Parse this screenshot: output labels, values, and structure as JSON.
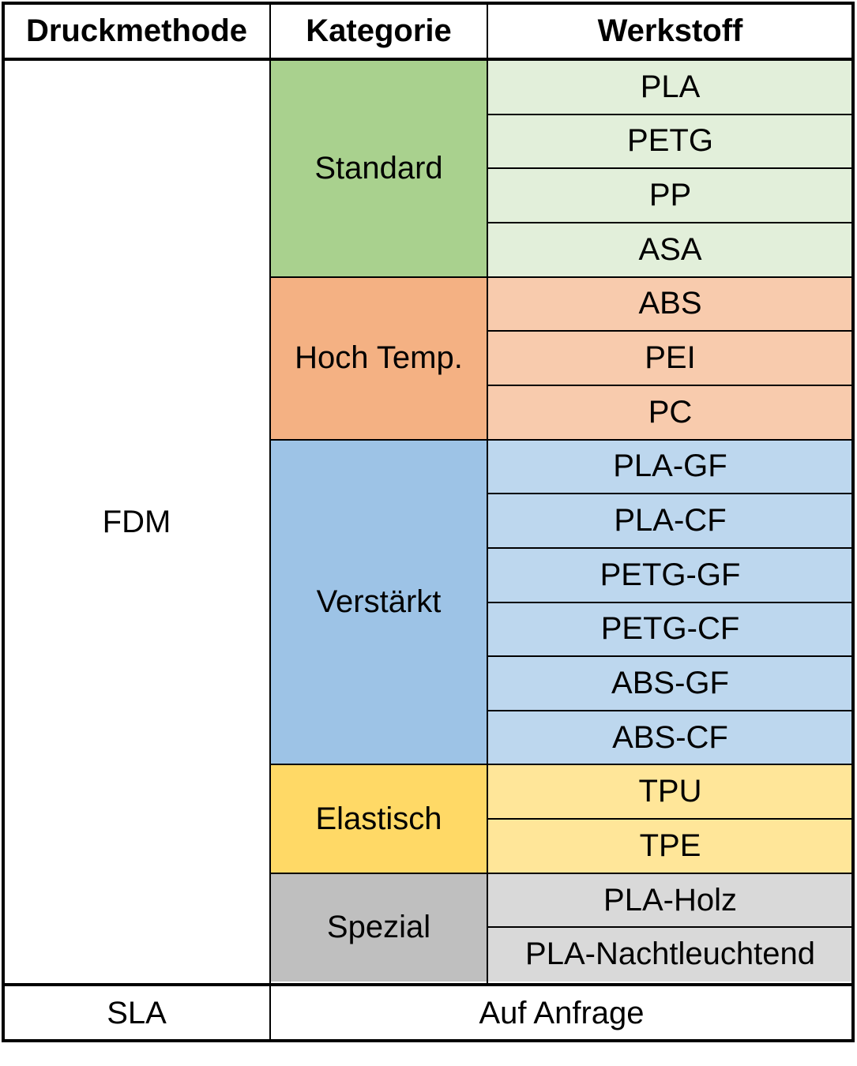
{
  "headers": {
    "method": "Druckmethode",
    "category": "Kategorie",
    "material": "Werkstoff"
  },
  "methods": [
    {
      "name": "FDM",
      "categories": [
        {
          "name": "Standard",
          "color": "#A9D18E",
          "light": "#E2EFDA",
          "materials": [
            "PLA",
            "PETG",
            "PP",
            "ASA"
          ]
        },
        {
          "name": "Hoch Temp.",
          "color": "#F4B183",
          "light": "#F8CBAD",
          "materials": [
            "ABS",
            "PEI",
            "PC"
          ]
        },
        {
          "name": "Verstärkt",
          "color": "#9DC3E6",
          "light": "#BDD7EE",
          "materials": [
            "PLA-GF",
            "PLA-CF",
            "PETG-GF",
            "PETG-CF",
            "ABS-GF",
            "ABS-CF"
          ]
        },
        {
          "name": "Elastisch",
          "color": "#FFD966",
          "light": "#FFE699",
          "materials": [
            "TPU",
            "TPE"
          ]
        },
        {
          "name": "Spezial",
          "color": "#BFBFBF",
          "light": "#D9D9D9",
          "materials": [
            "PLA-Holz",
            "PLA-Nachtleuchtend"
          ]
        }
      ]
    }
  ],
  "sla": {
    "name": "SLA",
    "note": "Auf Anfrage"
  }
}
